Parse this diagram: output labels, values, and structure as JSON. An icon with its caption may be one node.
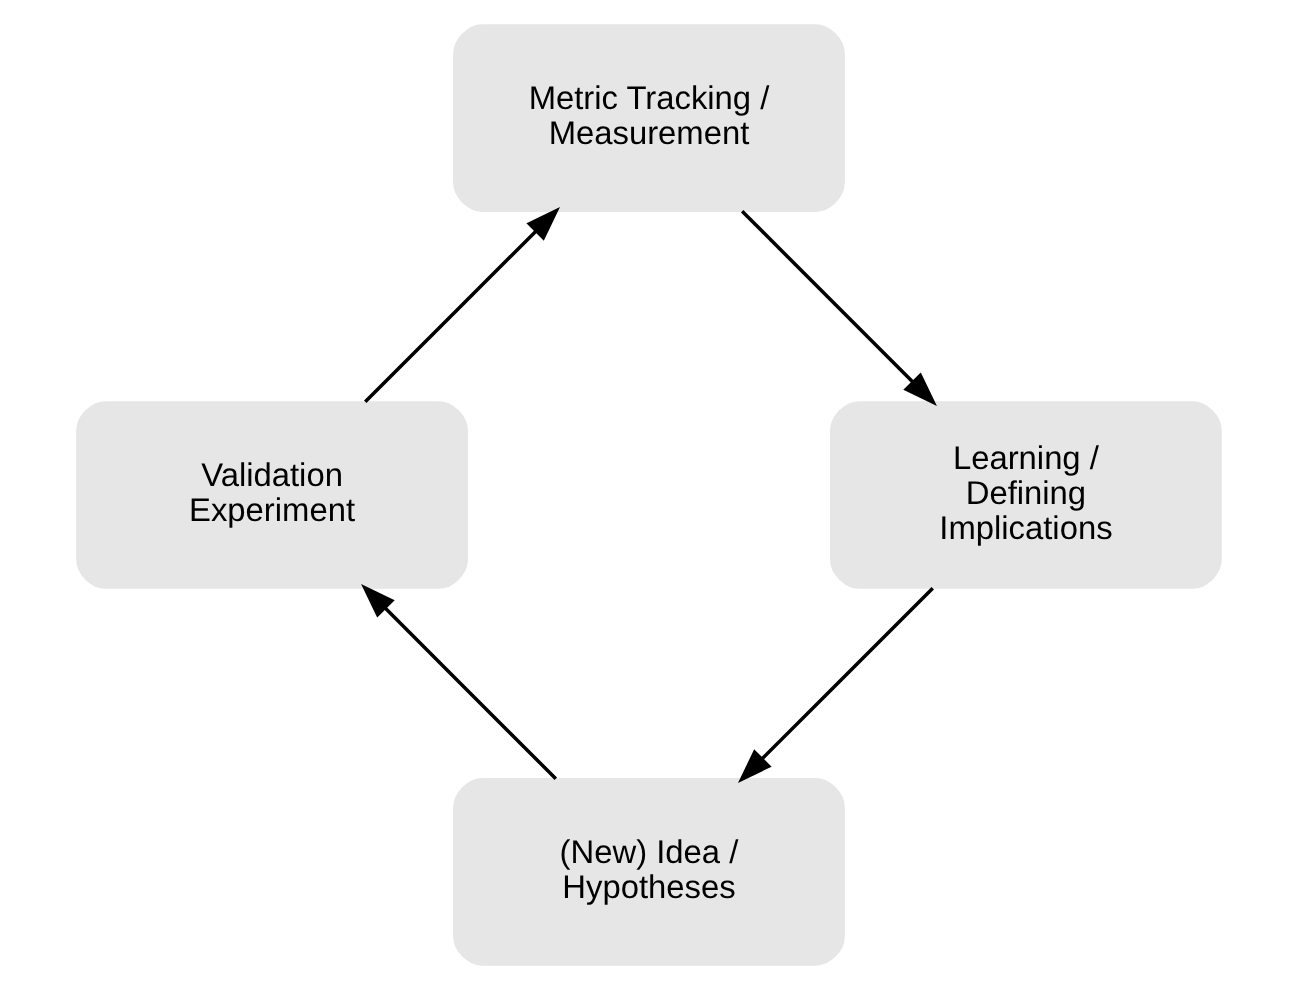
{
  "diagram": {
    "nodes": [
      {
        "text": [
          "(New) Idea / Hypotheses"
        ]
      },
      {
        "text": [
          "Validation Experiment"
        ]
      },
      {
        "text": [
          "Metric Tracking / Measurement"
        ]
      },
      {
        "text": [
          "Learning / Defining Implications"
        ]
      }
    ],
    "edges": [
      {
        "from": 0,
        "to": 1,
        "arrow": "to"
      },
      {
        "from": 1,
        "to": 2,
        "arrow": "to"
      },
      {
        "from": 2,
        "to": 3,
        "arrow": "to"
      },
      {
        "from": 3,
        "to": 0,
        "arrow": "to"
      }
    ]
  }
}
